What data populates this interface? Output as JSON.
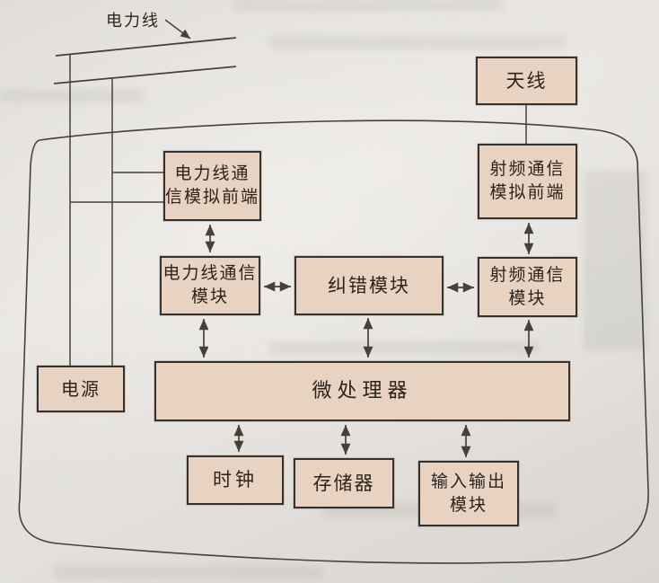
{
  "diagram": {
    "external_labels": {
      "power_line": "电力线",
      "antenna": "天线"
    },
    "nodes": {
      "antenna": {
        "label": "天线"
      },
      "plc_afe": {
        "label": "电力线通\n信模拟前端"
      },
      "rf_afe": {
        "label": "射频通信\n模拟前端"
      },
      "plc_module": {
        "label": "电力线通信\n模块"
      },
      "ecc_module": {
        "label": "纠错模块"
      },
      "rf_module": {
        "label": "射频通信\n模块"
      },
      "power_supply": {
        "label": "电源"
      },
      "mcu": {
        "label": "微处理器"
      },
      "clock": {
        "label": "时钟"
      },
      "memory": {
        "label": "存储器"
      },
      "io_module": {
        "label": "输入输出\n模块"
      }
    },
    "edges": [
      {
        "from": "power-line",
        "to": "plc-afe",
        "type": "wire-tap"
      },
      {
        "from": "power-line",
        "to": "plc-afe",
        "type": "wire-tap"
      },
      {
        "from": "power-line",
        "to": "power-supply",
        "type": "wire"
      },
      {
        "from": "antenna",
        "to": "rf-afe",
        "type": "wire"
      },
      {
        "from": "plc-afe",
        "to": "plc-module",
        "type": "bidirectional"
      },
      {
        "from": "rf-afe",
        "to": "rf-module",
        "type": "bidirectional"
      },
      {
        "from": "plc-module",
        "to": "ecc-module",
        "type": "bidirectional"
      },
      {
        "from": "ecc-module",
        "to": "rf-module",
        "type": "bidirectional"
      },
      {
        "from": "plc-module",
        "to": "mcu",
        "type": "bidirectional"
      },
      {
        "from": "ecc-module",
        "to": "mcu",
        "type": "bidirectional"
      },
      {
        "from": "rf-module",
        "to": "mcu",
        "type": "bidirectional"
      },
      {
        "from": "mcu",
        "to": "clock",
        "type": "bidirectional"
      },
      {
        "from": "mcu",
        "to": "memory",
        "type": "bidirectional"
      },
      {
        "from": "mcu",
        "to": "io-module",
        "type": "bidirectional"
      }
    ],
    "colors": {
      "page_bg": "#e4e1dd",
      "node_fill": "#e8d3c2",
      "node_border": "#38302a",
      "wire": "#474038",
      "text": "#2c231a"
    }
  }
}
